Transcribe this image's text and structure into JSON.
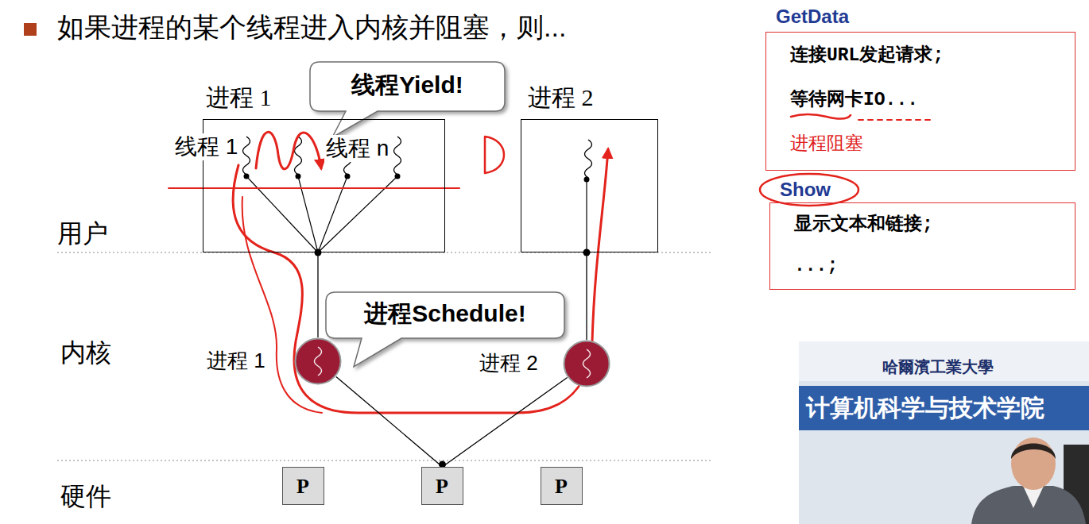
{
  "diagram": {
    "title": "如果进程的某个线程进入内核并阻塞，则...",
    "nodes": [
      {
        "text": [
          "线程Yield!"
        ]
      },
      {
        "text": [
          "进程 1"
        ]
      },
      {
        "text": [
          "进程 2"
        ]
      },
      {
        "text": [
          "进程Schedule!"
        ]
      },
      {
        "text": [
          "进程 1"
        ]
      },
      {
        "text": [
          "进程 2"
        ]
      },
      {
        "text": [
          "P"
        ]
      },
      {
        "text": [
          "P"
        ]
      },
      {
        "text": [
          "P"
        ]
      },
      {
        "text": [
          "GetData",
          "连接URL发起请求;",
          "等待网卡IO...",
          "进程阻塞"
        ]
      },
      {
        "text": [
          "Show",
          "显示文本和链接;",
          "...;"
        ]
      }
    ],
    "edges": [
      {
        "from": 1,
        "to": 4,
        "arrow": "none"
      },
      {
        "from": 2,
        "to": 5,
        "arrow": "none"
      },
      {
        "from": 4,
        "to": 7,
        "arrow": "none"
      },
      {
        "from": 5,
        "to": 7,
        "arrow": "none"
      }
    ],
    "labels": [
      "线程 1",
      "线程 n",
      "用户",
      "内核",
      "硬件",
      "哈爾濱工業大學",
      "计算机科学与技术学院"
    ]
  }
}
